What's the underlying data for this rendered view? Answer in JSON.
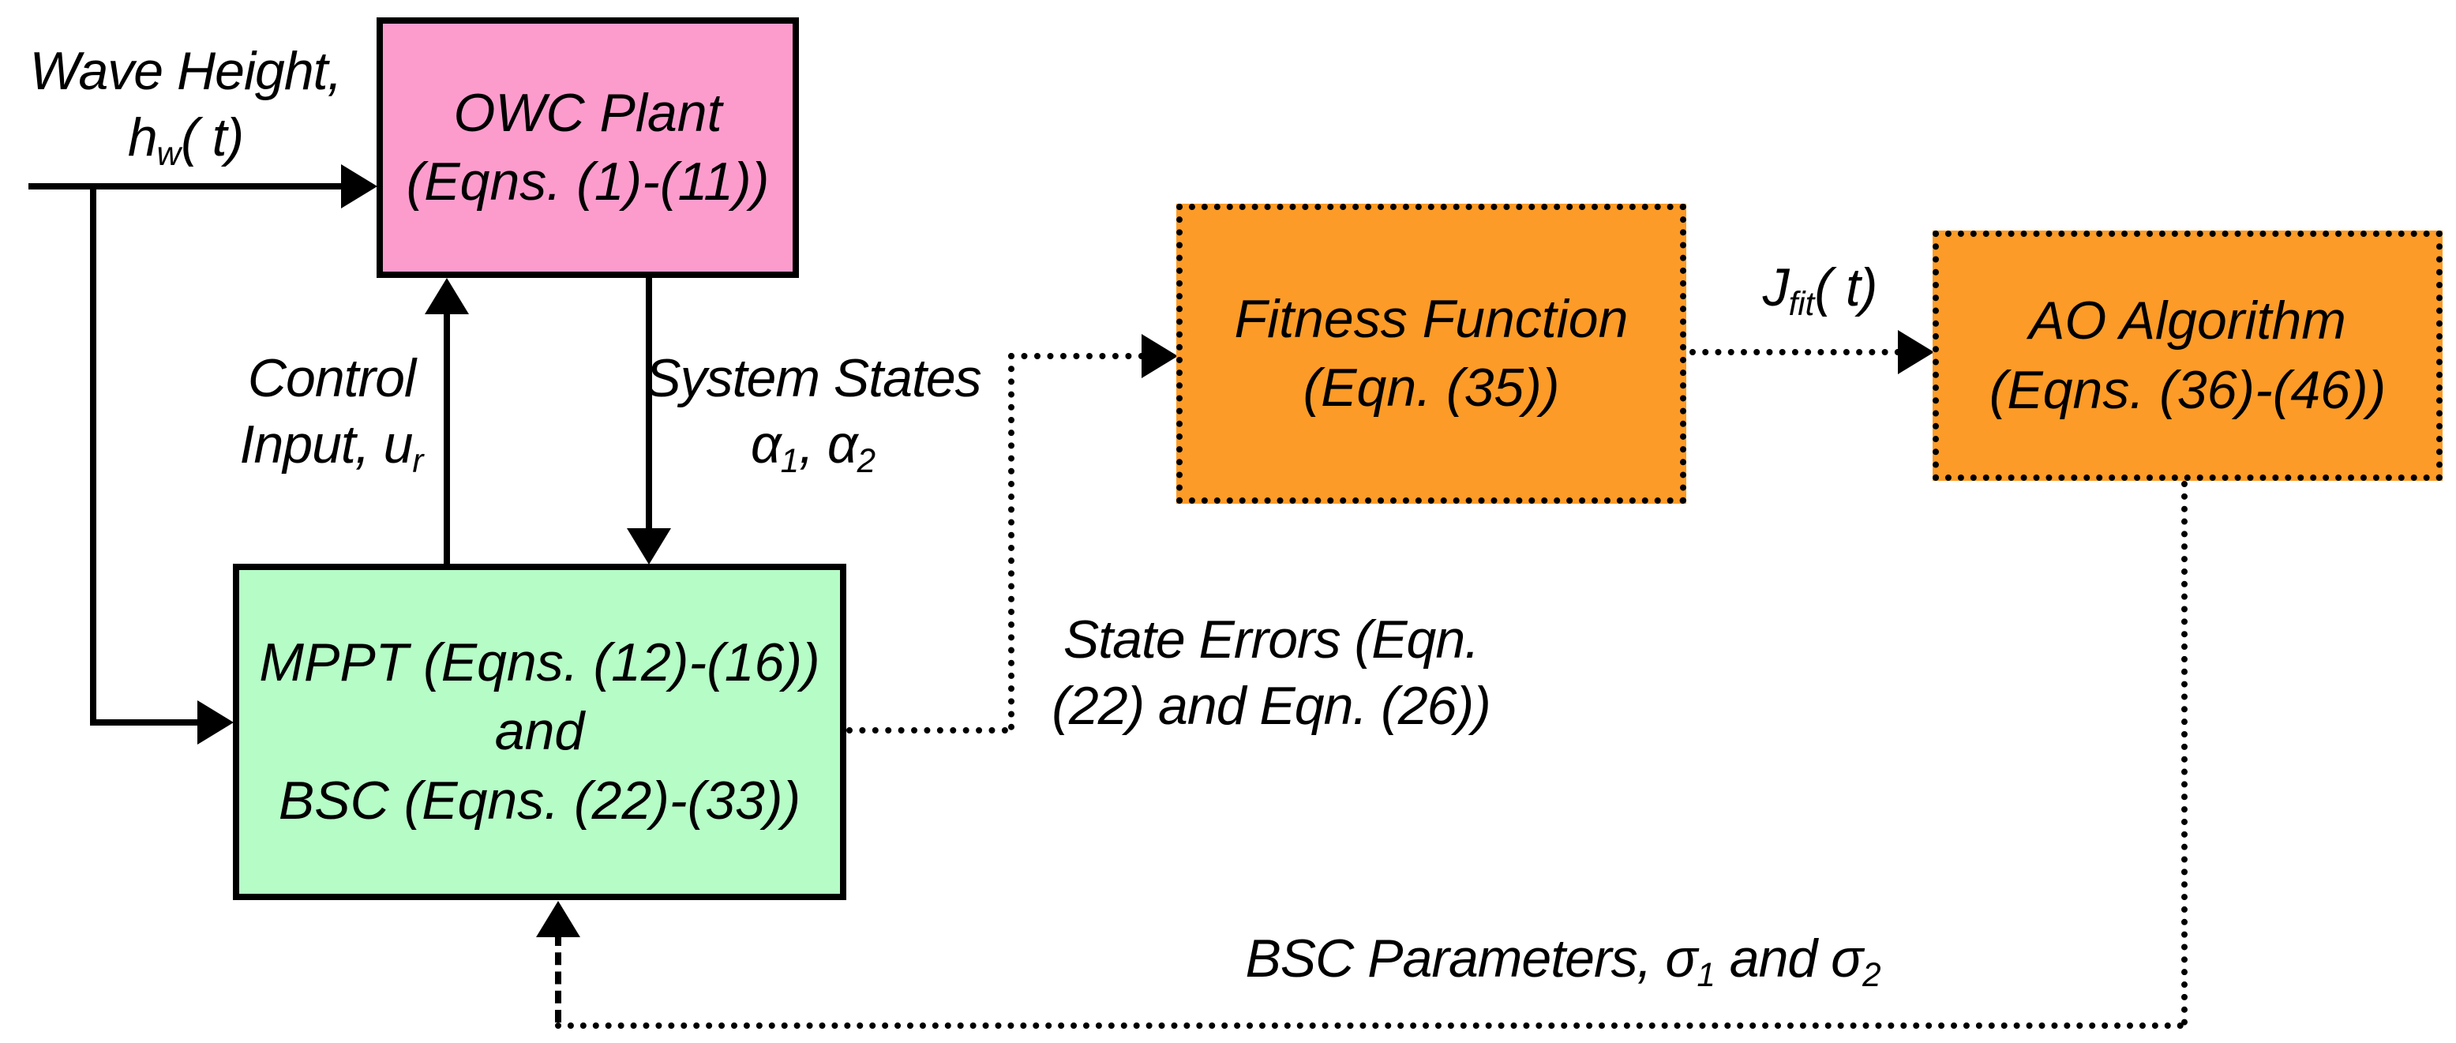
{
  "diagram": {
    "colors": {
      "plant_fill": "#FC9CCD",
      "controller_fill": "#B5FCC7",
      "optimizer_fill": "#FC9B27",
      "line": "#000000",
      "background": "#FFFFFF"
    },
    "boxes": {
      "owc_plant": {
        "line1": "OWC Plant",
        "line2": "(Eqns. (1)-(11))"
      },
      "mppt_bsc": {
        "line1": "MPPT (Eqns. (12)-(16))",
        "line2": "and",
        "line3": "BSC (Eqns. (22)-(33))"
      },
      "fitness_function": {
        "line1": "Fitness Function",
        "line2": "(Eqn. (35))"
      },
      "ao_algorithm": {
        "line1": "AO Algorithm",
        "line2": "(Eqns. (36)-(46))"
      }
    },
    "labels": {
      "wave_height": {
        "line1": "Wave Height,",
        "sym_pre": "h",
        "sym_sub": "w",
        "sym_post": "( t)"
      },
      "control_input": {
        "line1": "Control",
        "line2_pre": "Input, u",
        "line2_sub": "r"
      },
      "system_states": {
        "line1": "System States",
        "a1": "α",
        "a1_sub": "1",
        "sep": ", ",
        "a2": "α",
        "a2_sub": "2"
      },
      "state_errors": {
        "line1": "State Errors (Eqn.",
        "line2": "(22) and Eqn. (26))"
      },
      "j_fit": {
        "pre": "J",
        "sub": "fit",
        "post": "( t)"
      },
      "bsc_parameters": {
        "pre": "BSC Parameters, σ",
        "sub1": "1",
        "mid": " and σ",
        "sub2": "2"
      }
    }
  }
}
